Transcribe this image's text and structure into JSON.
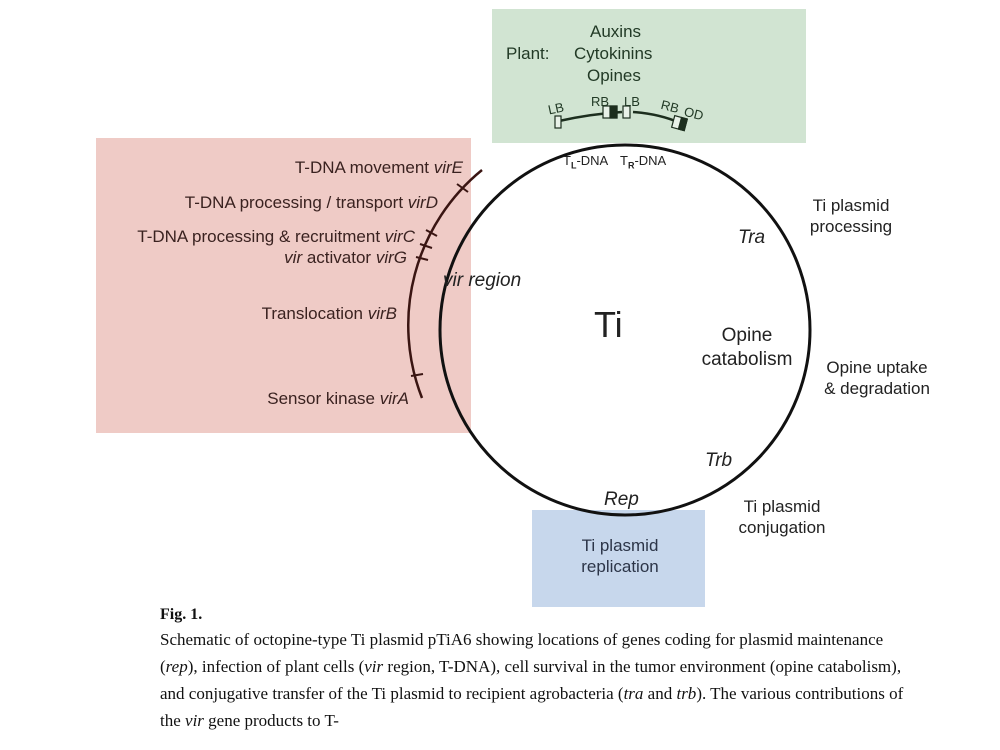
{
  "plant_box": {
    "prefix": "Plant:",
    "products": [
      "Auxins",
      "Cytokinins",
      "Opines"
    ],
    "borders": [
      "LB",
      "RB",
      "LB",
      "RB",
      "OD"
    ],
    "tdna_left": "T",
    "tdna_left_sub": "L",
    "tdna_left_suffix": "-DNA",
    "tdna_right": "T",
    "tdna_right_sub": "R",
    "tdna_right_suffix": "-DNA"
  },
  "vir_box": {
    "genes": [
      {
        "function": "T-DNA movement ",
        "gene": "virE"
      },
      {
        "function": "T-DNA processing / transport ",
        "gene": "virD"
      },
      {
        "function": "T-DNA processing & recruitment ",
        "gene": "virC"
      },
      {
        "function_italic": "vir",
        "function": " activator ",
        "gene": "virG"
      },
      {
        "function": "Translocation ",
        "gene": "virB"
      },
      {
        "function": "Sensor kinase ",
        "gene": "virA"
      }
    ],
    "region_label_italic": "vir",
    "region_label": " region"
  },
  "plasmid": {
    "center_label": "Ti",
    "tra_label": "Tra",
    "trb_label": "Trb",
    "rep_label": "Rep",
    "opine_label_line1": "Opine",
    "opine_label_line2": "catabolism"
  },
  "outer_labels": {
    "processing": [
      "Ti plasmid",
      "processing"
    ],
    "opine_uptake": [
      "Opine uptake",
      "& degradation"
    ],
    "conjugation": [
      "Ti plasmid",
      "conjugation"
    ]
  },
  "rep_box": {
    "lines": [
      "Ti plasmid",
      "replication"
    ]
  },
  "caption": {
    "title": "Fig. 1.",
    "seg1": "Schematic of octopine-type Ti plasmid pTiA6 showing locations of genes coding for plasmid maintenance (",
    "seg2_italic": "rep",
    "seg3": "), infection of plant cells (",
    "seg4_italic": "vir",
    "seg5": " region, T-DNA), cell survival in the tumor environment (opine catabolism), and conjugative transfer of the Ti plasmid to recipient agrobacteria (",
    "seg6_italic": "tra",
    "seg7": " and ",
    "seg8_italic": "trb",
    "seg9": "). The various contributions of the ",
    "seg10_italic": "vir",
    "seg11": " gene products to T-"
  },
  "colors": {
    "plant_box": "#d1e4d2",
    "vir_box": "#efcbc6",
    "rep_box": "#c7d7ec",
    "circle": "#111111",
    "vir_arc": "#3a1512"
  }
}
